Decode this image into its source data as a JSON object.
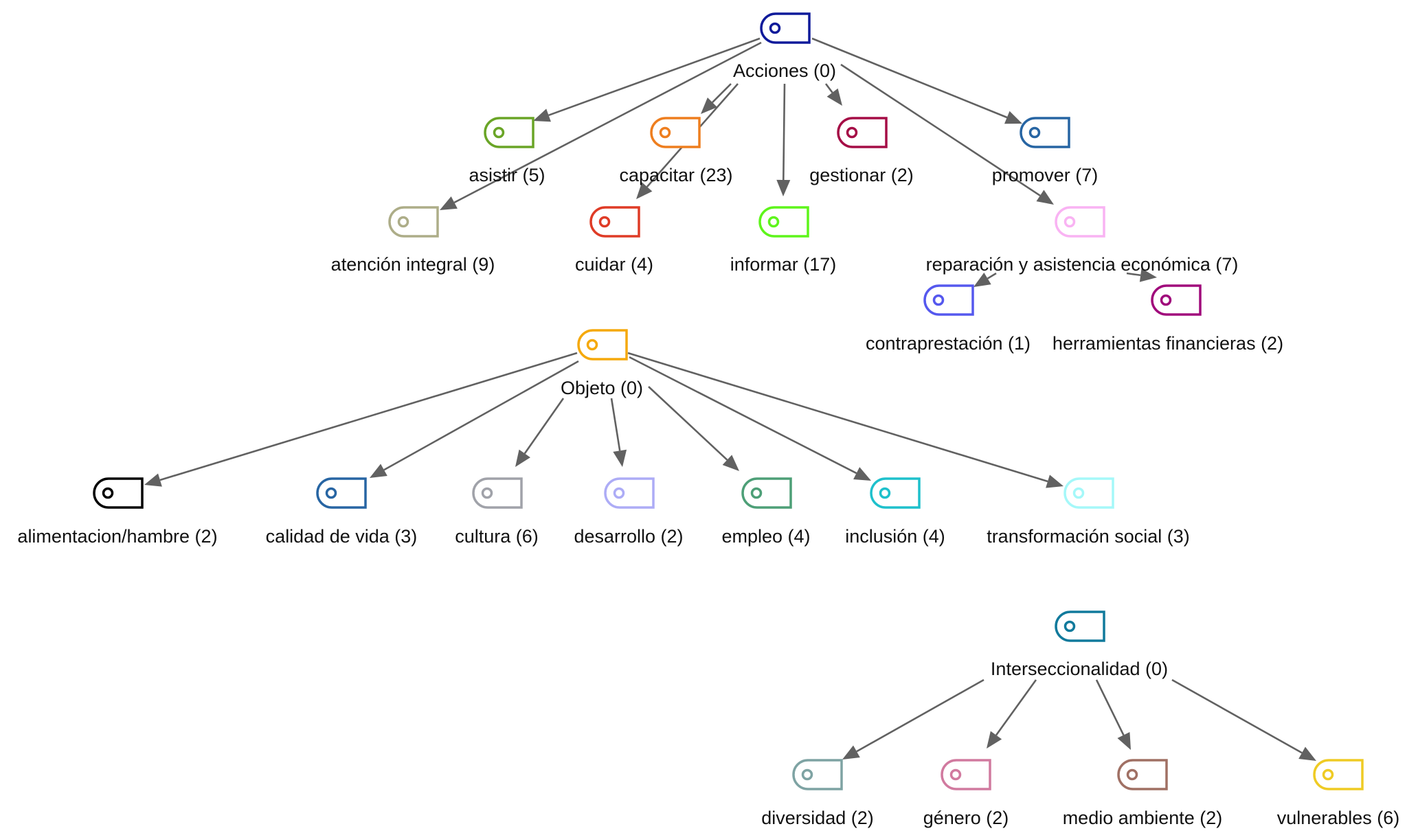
{
  "diagram": {
    "type": "code-hierarchy",
    "edge_color": "#616161",
    "nodes": [
      {
        "id": "acciones",
        "label": "Acciones (0)",
        "name": "Acciones",
        "count": 0,
        "color": "#0f1a9a",
        "icon": "tag-icon"
      },
      {
        "id": "asistir",
        "label": "asistir (5)",
        "name": "asistir",
        "count": 5,
        "color": "#6aa527",
        "icon": "tag-icon"
      },
      {
        "id": "capacitar",
        "label": "capacitar (23)",
        "name": "capacitar",
        "count": 23,
        "color": "#ee7e1f",
        "icon": "tag-icon"
      },
      {
        "id": "gestionar",
        "label": "gestionar (2)",
        "name": "gestionar",
        "count": 2,
        "color": "#a50d46",
        "icon": "tag-icon"
      },
      {
        "id": "promover",
        "label": "promover (7)",
        "name": "promover",
        "count": 7,
        "color": "#2765a3",
        "icon": "tag-icon"
      },
      {
        "id": "atencion-integral",
        "label": "atención integral (9)",
        "name": "atención integral",
        "count": 9,
        "color": "#adad88",
        "icon": "tag-icon"
      },
      {
        "id": "cuidar",
        "label": "cuidar (4)",
        "name": "cuidar",
        "count": 4,
        "color": "#df3b26",
        "icon": "tag-icon"
      },
      {
        "id": "informar",
        "label": "informar (17)",
        "name": "informar",
        "count": 17,
        "color": "#5ef51b",
        "icon": "tag-icon"
      },
      {
        "id": "reparacion",
        "label": "reparación y asistencia económica (7)",
        "name": "reparación y asistencia económica",
        "count": 7,
        "color": "#f9b3f3",
        "icon": "tag-icon"
      },
      {
        "id": "contraprestacion",
        "label": "contraprestación (1)",
        "name": "contraprestación",
        "count": 1,
        "color": "#5558ee",
        "icon": "tag-icon"
      },
      {
        "id": "herramientas",
        "label": "herramientas financieras (2)",
        "name": "herramientas financieras",
        "count": 2,
        "color": "#a0097b",
        "icon": "tag-icon"
      },
      {
        "id": "objeto",
        "label": "Objeto (0)",
        "name": "Objeto",
        "count": 0,
        "color": "#f5a90c",
        "icon": "tag-icon"
      },
      {
        "id": "alimentacion",
        "label": "alimentacion/hambre (2)",
        "name": "alimentacion/hambre",
        "count": 2,
        "color": "#000000",
        "icon": "tag-icon"
      },
      {
        "id": "calidad-de-vida",
        "label": "calidad de vida (3)",
        "name": "calidad de vida",
        "count": 3,
        "color": "#2765a3",
        "icon": "tag-icon"
      },
      {
        "id": "cultura",
        "label": "cultura (6)",
        "name": "cultura",
        "count": 6,
        "color": "#a0a2a9",
        "icon": "tag-icon"
      },
      {
        "id": "desarrollo",
        "label": "desarrollo (2)",
        "name": "desarrollo",
        "count": 2,
        "color": "#adacf6",
        "icon": "tag-icon"
      },
      {
        "id": "empleo",
        "label": "empleo (4)",
        "name": "empleo",
        "count": 4,
        "color": "#4d9f77",
        "icon": "tag-icon"
      },
      {
        "id": "inclusion",
        "label": "inclusión (4)",
        "name": "inclusión",
        "count": 4,
        "color": "#1ec0cc",
        "icon": "tag-icon"
      },
      {
        "id": "transformacion-social",
        "label": "transformación social (3)",
        "name": "transformación social",
        "count": 3,
        "color": "#a5f8f9",
        "icon": "tag-icon"
      },
      {
        "id": "interseccionalidad",
        "label": "Interseccionalidad (0)",
        "name": "Interseccionalidad",
        "count": 0,
        "color": "#117a9c",
        "icon": "tag-icon"
      },
      {
        "id": "diversidad",
        "label": "diversidad (2)",
        "name": "diversidad",
        "count": 2,
        "color": "#7ea3a3",
        "icon": "tag-icon"
      },
      {
        "id": "genero",
        "label": "género (2)",
        "name": "género",
        "count": 2,
        "color": "#d17a9f",
        "icon": "tag-icon"
      },
      {
        "id": "medio-ambiente",
        "label": "medio ambiente (2)",
        "name": "medio ambiente",
        "count": 2,
        "color": "#a07064",
        "icon": "tag-icon"
      },
      {
        "id": "vulnerables",
        "label": "vulnerables (6)",
        "name": "vulnerables",
        "count": 6,
        "color": "#efcb24",
        "icon": "tag-icon"
      }
    ],
    "edges": [
      {
        "from": "acciones",
        "to": "asistir"
      },
      {
        "from": "acciones",
        "to": "capacitar"
      },
      {
        "from": "acciones",
        "to": "gestionar"
      },
      {
        "from": "acciones",
        "to": "promover"
      },
      {
        "from": "acciones",
        "to": "atencion-integral"
      },
      {
        "from": "acciones",
        "to": "cuidar"
      },
      {
        "from": "acciones",
        "to": "informar"
      },
      {
        "from": "acciones",
        "to": "reparacion"
      },
      {
        "from": "reparacion",
        "to": "contraprestacion"
      },
      {
        "from": "reparacion",
        "to": "herramientas"
      },
      {
        "from": "objeto",
        "to": "alimentacion"
      },
      {
        "from": "objeto",
        "to": "calidad-de-vida"
      },
      {
        "from": "objeto",
        "to": "cultura"
      },
      {
        "from": "objeto",
        "to": "desarrollo"
      },
      {
        "from": "objeto",
        "to": "empleo"
      },
      {
        "from": "objeto",
        "to": "inclusion"
      },
      {
        "from": "objeto",
        "to": "transformacion-social"
      },
      {
        "from": "interseccionalidad",
        "to": "diversidad"
      },
      {
        "from": "interseccionalidad",
        "to": "genero"
      },
      {
        "from": "interseccionalidad",
        "to": "medio-ambiente"
      },
      {
        "from": "interseccionalidad",
        "to": "vulnerables"
      }
    ]
  }
}
